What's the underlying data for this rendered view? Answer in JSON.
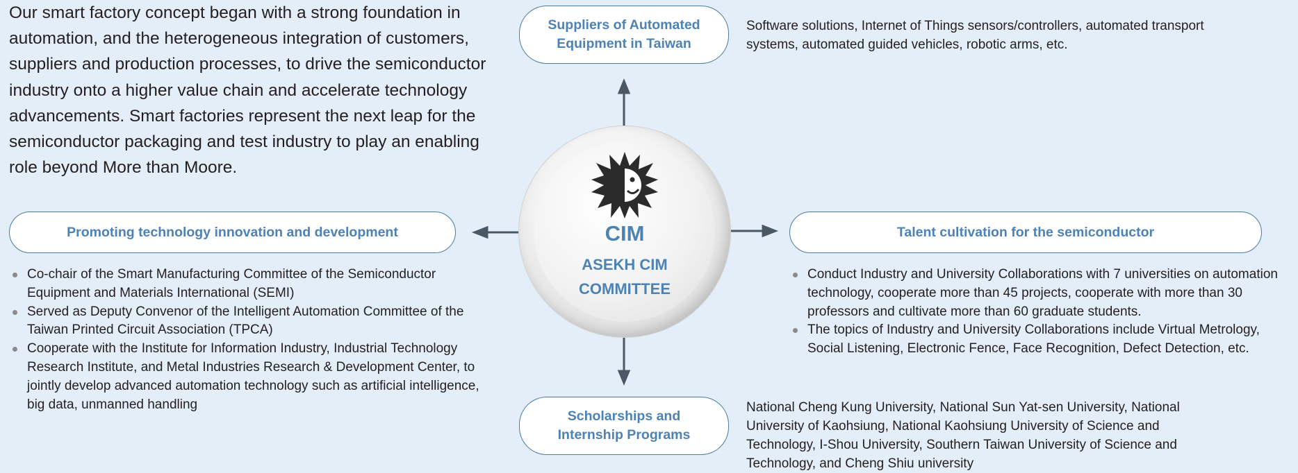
{
  "intro": "Our smart factory concept began with a strong foundation in automation, and the heterogeneous integration of customers, suppliers and production processes, to drive the semiconductor industry onto a higher value chain and accelerate technology advancements. Smart factories represent the next leap for the semiconductor packaging and test industry to play an enabling role beyond More than Moore.",
  "center": {
    "title": "CIM",
    "subtitle_line1": "ASEKH CIM",
    "subtitle_line2": "COMMITTEE",
    "logo_icon": "sun-face-icon"
  },
  "top": {
    "label_line1": "Suppliers of Automated",
    "label_line2": "Equipment in Taiwan",
    "text": "Software solutions, Internet of Things sensors/controllers, automated transport systems, automated guided vehicles, robotic arms, etc."
  },
  "bottom": {
    "label_line1": "Scholarships and",
    "label_line2": "Internship Programs",
    "text": "National Cheng Kung University, National Sun Yat-sen University, National University of Kaohsiung, National Kaohsiung University of Science and Technology, I-Shou University, Southern Taiwan University of Science and Technology, and Cheng Shiu university"
  },
  "left": {
    "label": "Promoting technology innovation and development",
    "bullets": [
      "Co-chair of the Smart Manufacturing Committee of the Semiconductor Equipment and Materials International (SEMI)",
      "Served as Deputy Convenor of the Intelligent Automation Committee of the Taiwan Printed Circuit Association (TPCA)",
      "Cooperate with the Institute for Information Industry, Industrial Technology Research Institute, and Metal Industries Research & Development Center, to jointly develop advanced automation technology such as artificial intelligence, big data, unmanned handling"
    ]
  },
  "right": {
    "label": "Talent cultivation for the semiconductor",
    "bullets": [
      "Conduct Industry and University Collaborations with 7 universities on automation technology, cooperate more than 45 projects, cooperate with more than 30 professors and cultivate more than 60 graduate students.",
      "The topics of Industry and University Collaborations include Virtual Metrology, Social Listening, Electronic Fence, Face Recognition, Defect Detection, etc."
    ]
  },
  "colors": {
    "background": "#e3eef8",
    "accent_blue": "#4d82b3",
    "arrow": "#4a5866"
  }
}
